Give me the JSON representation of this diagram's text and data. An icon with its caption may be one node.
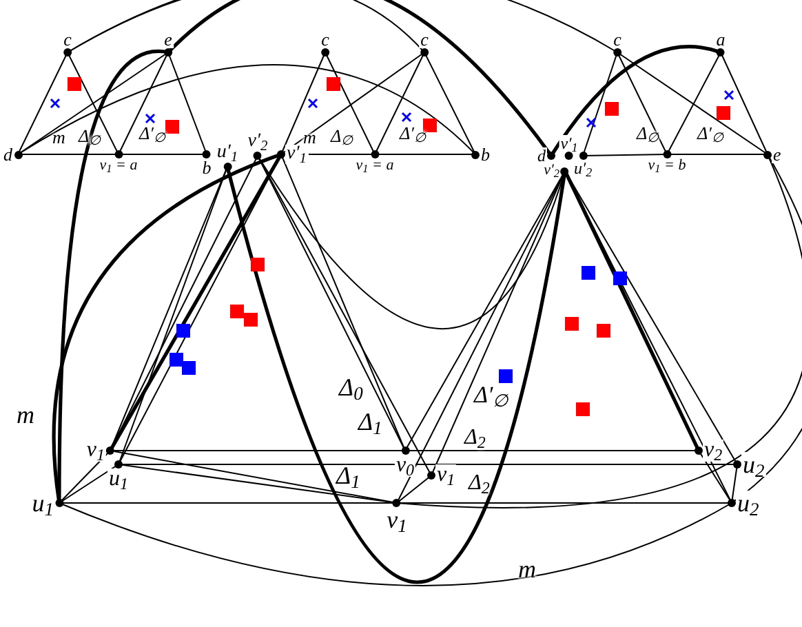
{
  "diagram": {
    "nodes": [
      {
        "text": [
          "c"
        ]
      },
      {
        "text": [
          "e"
        ]
      },
      {
        "text": [
          "d"
        ]
      },
      {
        "text": [
          "v$_{1}$ = a"
        ]
      },
      {
        "text": [
          "b"
        ]
      },
      {
        "text": [
          "u′$_{1}$"
        ]
      },
      {
        "text": [
          "v′$_{2}$"
        ]
      },
      {
        "text": [
          "v′$_{1}$"
        ]
      },
      {
        "text": [
          "c"
        ]
      },
      {
        "text": [
          "c"
        ]
      },
      {
        "text": [
          "v$_{1}$ = a"
        ]
      },
      {
        "text": [
          "b"
        ]
      },
      {
        "text": [
          "c"
        ]
      },
      {
        "text": [
          "a"
        ]
      },
      {
        "text": [
          "d"
        ]
      },
      {
        "text": [
          "v′$_{1}$"
        ]
      },
      {
        "text": [
          "u′$_{2}$"
        ]
      },
      {
        "text": [
          "v′$_{2}$"
        ]
      },
      {
        "text": [
          "v$_{1}$ = b"
        ]
      },
      {
        "text": [
          "e"
        ]
      },
      {
        "text": [
          "v$_{1}$"
        ]
      },
      {
        "text": [
          "u$_{1}$"
        ]
      },
      {
        "text": [
          "u$_{1}$"
        ]
      },
      {
        "text": [
          "v$_{0}$"
        ]
      },
      {
        "text": [
          "v$_{1}$"
        ]
      },
      {
        "text": [
          "v$_{1}$"
        ]
      },
      {
        "text": [
          "v$_{2}$"
        ]
      },
      {
        "text": [
          "u$_{2}$"
        ]
      },
      {
        "text": [
          "u$_{2}$"
        ]
      }
    ],
    "edges": [
      {
        "from": 2,
        "to": 0,
        "arrow": "none"
      },
      {
        "from": 0,
        "to": 3,
        "arrow": "none"
      },
      {
        "from": 3,
        "to": 1,
        "arrow": "none"
      },
      {
        "from": 1,
        "to": 4,
        "arrow": "none"
      },
      {
        "from": 2,
        "to": 3,
        "arrow": "none"
      },
      {
        "from": 3,
        "to": 4,
        "arrow": "none"
      },
      {
        "from": 2,
        "to": 1,
        "arrow": "none"
      },
      {
        "from": 7,
        "to": 8,
        "arrow": "none"
      },
      {
        "from": 8,
        "to": 10,
        "arrow": "none"
      },
      {
        "from": 10,
        "to": 9,
        "arrow": "none"
      },
      {
        "from": 9,
        "to": 11,
        "arrow": "none"
      },
      {
        "from": 7,
        "to": 10,
        "arrow": "none"
      },
      {
        "from": 10,
        "to": 11,
        "arrow": "none"
      },
      {
        "from": 7,
        "to": 9,
        "arrow": "none"
      },
      {
        "from": 16,
        "to": 12,
        "arrow": "none"
      },
      {
        "from": 12,
        "to": 18,
        "arrow": "none"
      },
      {
        "from": 18,
        "to": 13,
        "arrow": "none"
      },
      {
        "from": 13,
        "to": 19,
        "arrow": "none"
      },
      {
        "from": 16,
        "to": 18,
        "arrow": "none"
      },
      {
        "from": 18,
        "to": 19,
        "arrow": "none"
      },
      {
        "from": 12,
        "to": 19,
        "arrow": "none"
      },
      {
        "from": 20,
        "to": 26,
        "arrow": "none"
      },
      {
        "from": 21,
        "to": 27,
        "arrow": "none"
      },
      {
        "from": 22,
        "to": 28,
        "arrow": "none"
      },
      {
        "from": 5,
        "to": 20,
        "arrow": "none"
      },
      {
        "from": 6,
        "to": 20,
        "arrow": "none"
      },
      {
        "from": 7,
        "to": 20,
        "arrow": "none",
        "style": "thick"
      },
      {
        "from": 5,
        "to": 21,
        "arrow": "none"
      },
      {
        "from": 7,
        "to": 21,
        "arrow": "none"
      },
      {
        "from": 6,
        "to": 23,
        "arrow": "none"
      },
      {
        "from": 7,
        "to": 23,
        "arrow": "none"
      },
      {
        "from": 6,
        "to": 24,
        "arrow": "none"
      },
      {
        "from": 23,
        "to": 17,
        "arrow": "none"
      },
      {
        "from": 24,
        "to": 17,
        "arrow": "none"
      },
      {
        "from": 25,
        "to": 17,
        "arrow": "none"
      },
      {
        "from": 17,
        "to": 27,
        "arrow": "none"
      },
      {
        "from": 17,
        "to": 26,
        "arrow": "none",
        "style": "thick"
      },
      {
        "from": 17,
        "to": 28,
        "arrow": "none"
      },
      {
        "from": 21,
        "to": 25,
        "arrow": "none"
      },
      {
        "from": 22,
        "to": 20,
        "arrow": "none"
      },
      {
        "from": 22,
        "to": 21,
        "arrow": "none"
      },
      {
        "from": 20,
        "to": 25,
        "arrow": "none"
      },
      {
        "from": 25,
        "to": 24,
        "arrow": "none"
      },
      {
        "from": 27,
        "to": 28,
        "arrow": "none"
      },
      {
        "from": 26,
        "to": 28,
        "arrow": "none"
      },
      {
        "from": 1,
        "to": 14,
        "arrow": "none",
        "style": "thick"
      },
      {
        "from": 22,
        "to": 1,
        "arrow": "none",
        "style": "thick"
      },
      {
        "from": 22,
        "to": 7,
        "arrow": "none",
        "style": "thick"
      },
      {
        "from": 5,
        "to": 17,
        "arrow": "none",
        "style": "thick"
      },
      {
        "from": 6,
        "to": 17,
        "arrow": "none"
      },
      {
        "from": 22,
        "to": 28,
        "arrow": "none"
      },
      {
        "from": 28,
        "to": 19,
        "arrow": "none"
      },
      {
        "from": 2,
        "to": 11,
        "arrow": "none"
      },
      {
        "from": 0,
        "to": 12,
        "arrow": "none"
      },
      {
        "from": 14,
        "to": 13,
        "arrow": "none",
        "style": "thick"
      },
      {
        "from": 0,
        "to": 9,
        "arrow": "none"
      },
      {
        "from": 25,
        "to": 19,
        "arrow": "none"
      }
    ],
    "labels": [
      "m",
      "Δ$_{∅}$",
      "Δ′$_{∅}$",
      "m",
      "Δ$_{∅}$",
      "Δ′$_{∅}$",
      "Δ$_{∅}$",
      "Δ′$_{∅}$",
      "m",
      "Δ$_{0}$",
      "Δ$_{1}$",
      "Δ′$_{∅}$",
      "Δ$_{2}$",
      "Δ$_{1}$",
      "Δ$_{2}$",
      "m"
    ]
  }
}
